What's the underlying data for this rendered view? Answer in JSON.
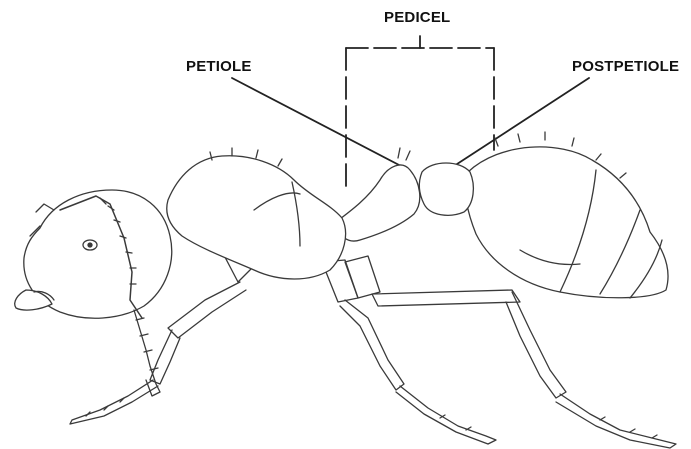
{
  "labels": {
    "pedicel": "PEDICEL",
    "petiole": "PETIOLE",
    "postpetiole": "POSTPETIOLE"
  },
  "image": {
    "subject": "ant-side-view-sketch",
    "stroke_color": "#3a3a3a",
    "fill_color": "#ffffff"
  }
}
